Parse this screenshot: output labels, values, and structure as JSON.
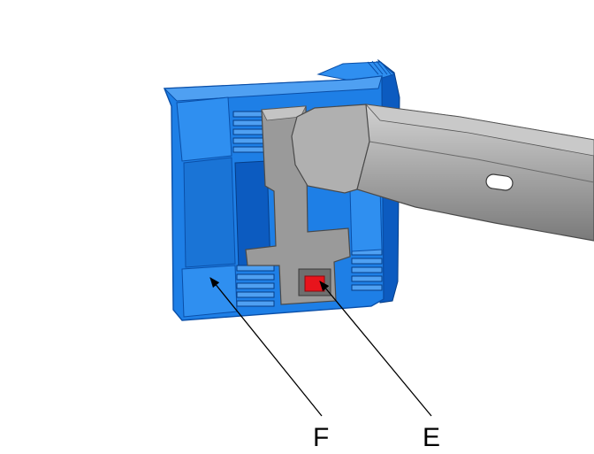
{
  "diagram": {
    "callouts": [
      {
        "id": "F",
        "label": "F"
      },
      {
        "id": "E",
        "label": "E"
      }
    ]
  },
  "colors": {
    "background": "#ffffff",
    "connector_body": "#1e7fe6",
    "connector_shadow": "#0c5bc0",
    "connector_highlight": "#4fa0f2",
    "bracket": "#9a9a9a",
    "bracket_light": "#c4c4c4",
    "bracket_dark": "#6e6e6e",
    "lock_tab": "#e8141c",
    "leader_line": "#000000"
  }
}
